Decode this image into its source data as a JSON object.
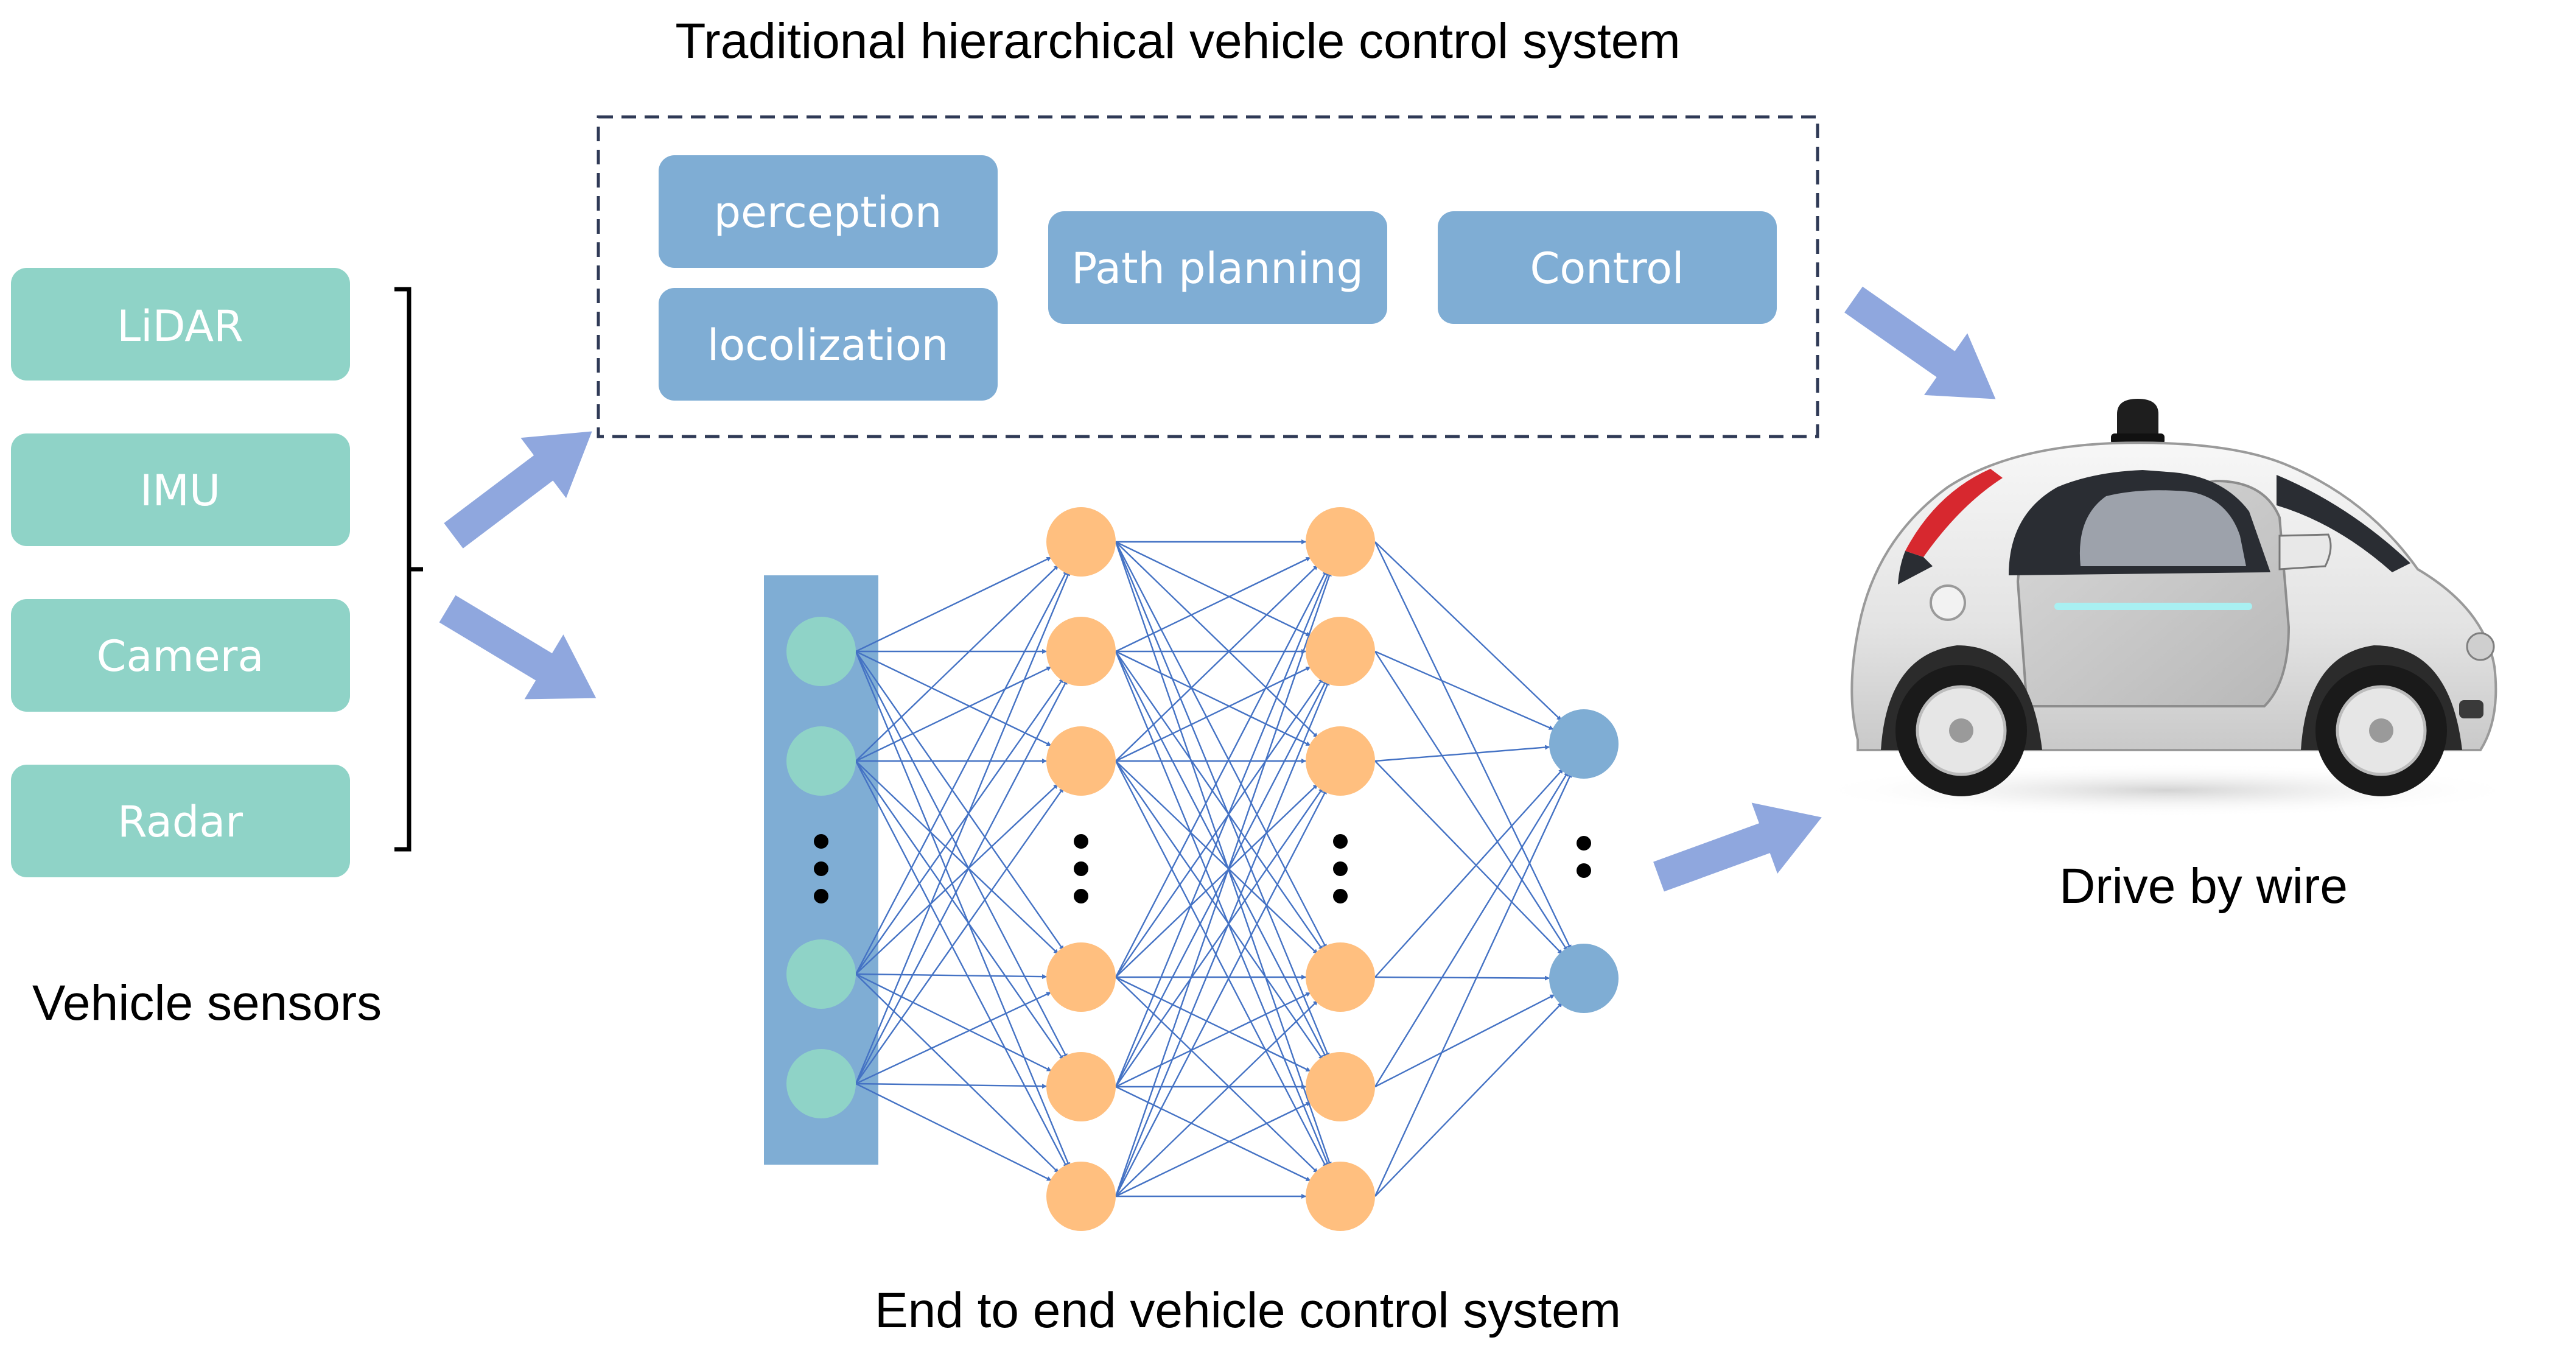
{
  "titles": {
    "traditional": "Traditional hierarchical vehicle control system",
    "sensors": "Vehicle sensors",
    "end_to_end": "End to end vehicle control system",
    "drive": "Drive by wire"
  },
  "sensors": [
    "LiDAR",
    "IMU",
    "Camera",
    "Radar"
  ],
  "pipeline": {
    "perception": "perception",
    "localization": "locolization",
    "path_planning": "Path planning",
    "control": "Control"
  },
  "colors": {
    "sensor_box": "#8fd3c7",
    "pipeline_box": "#7fadd4",
    "arrow": "#8fa7de",
    "input_layer": "#7fadd4",
    "input_node": "#8fd3c7",
    "hidden_node": "#ffbf7f",
    "output_node": "#7fadd4",
    "edge": "#4472c4",
    "dashed_border": "#2f3a56"
  },
  "neural_network": {
    "input_nodes": 4,
    "hidden_layers": 2,
    "hidden_nodes_per_layer": 6,
    "output_nodes": 2
  },
  "icons": [
    "right-brace-icon",
    "arrow-icon",
    "self-driving-car-image"
  ]
}
